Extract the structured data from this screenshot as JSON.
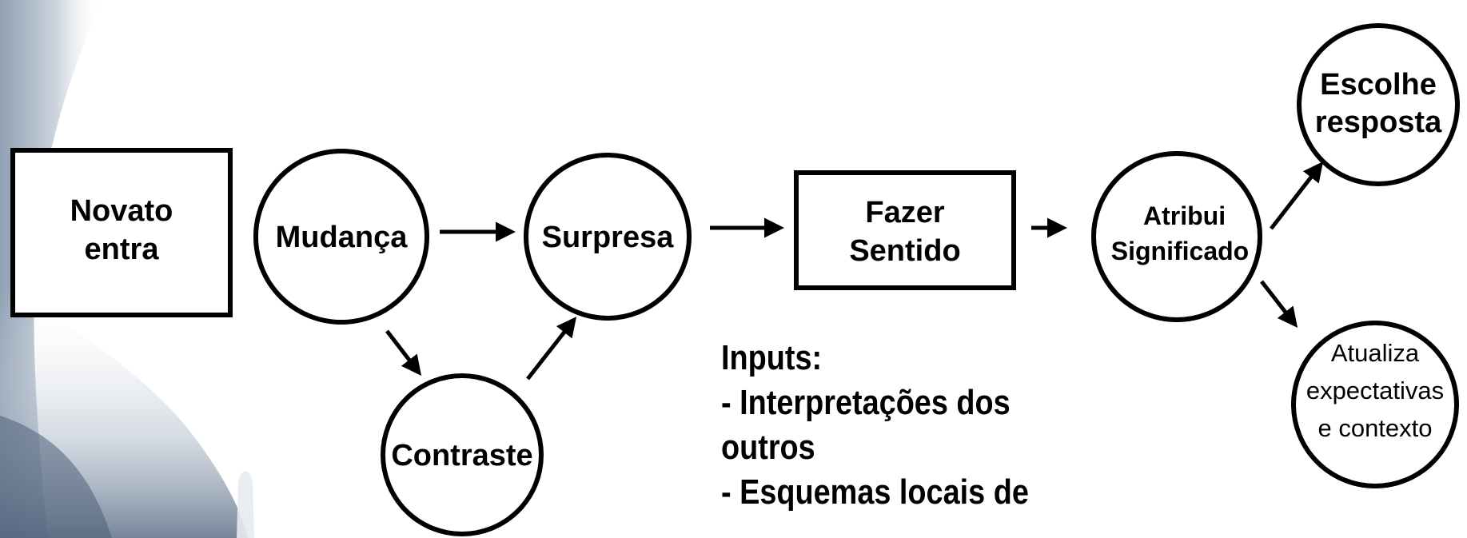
{
  "diagram": {
    "nodes": {
      "novato": {
        "lines": [
          "Novato",
          "entra"
        ]
      },
      "mudanca": {
        "lines": [
          "Mudança"
        ]
      },
      "contraste": {
        "lines": [
          "Contraste"
        ]
      },
      "surpresa": {
        "lines": [
          "Surpresa"
        ]
      },
      "fazer_sentido": {
        "lines": [
          "Fazer",
          "Sentido"
        ]
      },
      "atribui": {
        "lines": [
          "Atribui",
          "Significado"
        ]
      },
      "escolhe": {
        "lines": [
          "Escolhe",
          "resposta"
        ]
      },
      "atualiza": {
        "lines": [
          "Atualiza",
          "expectativas",
          "e contexto"
        ]
      }
    },
    "inputs": {
      "heading": "Inputs:",
      "line1": "- Interpretações dos",
      "line2": "outros",
      "line3": "- Esquemas locais de"
    }
  }
}
